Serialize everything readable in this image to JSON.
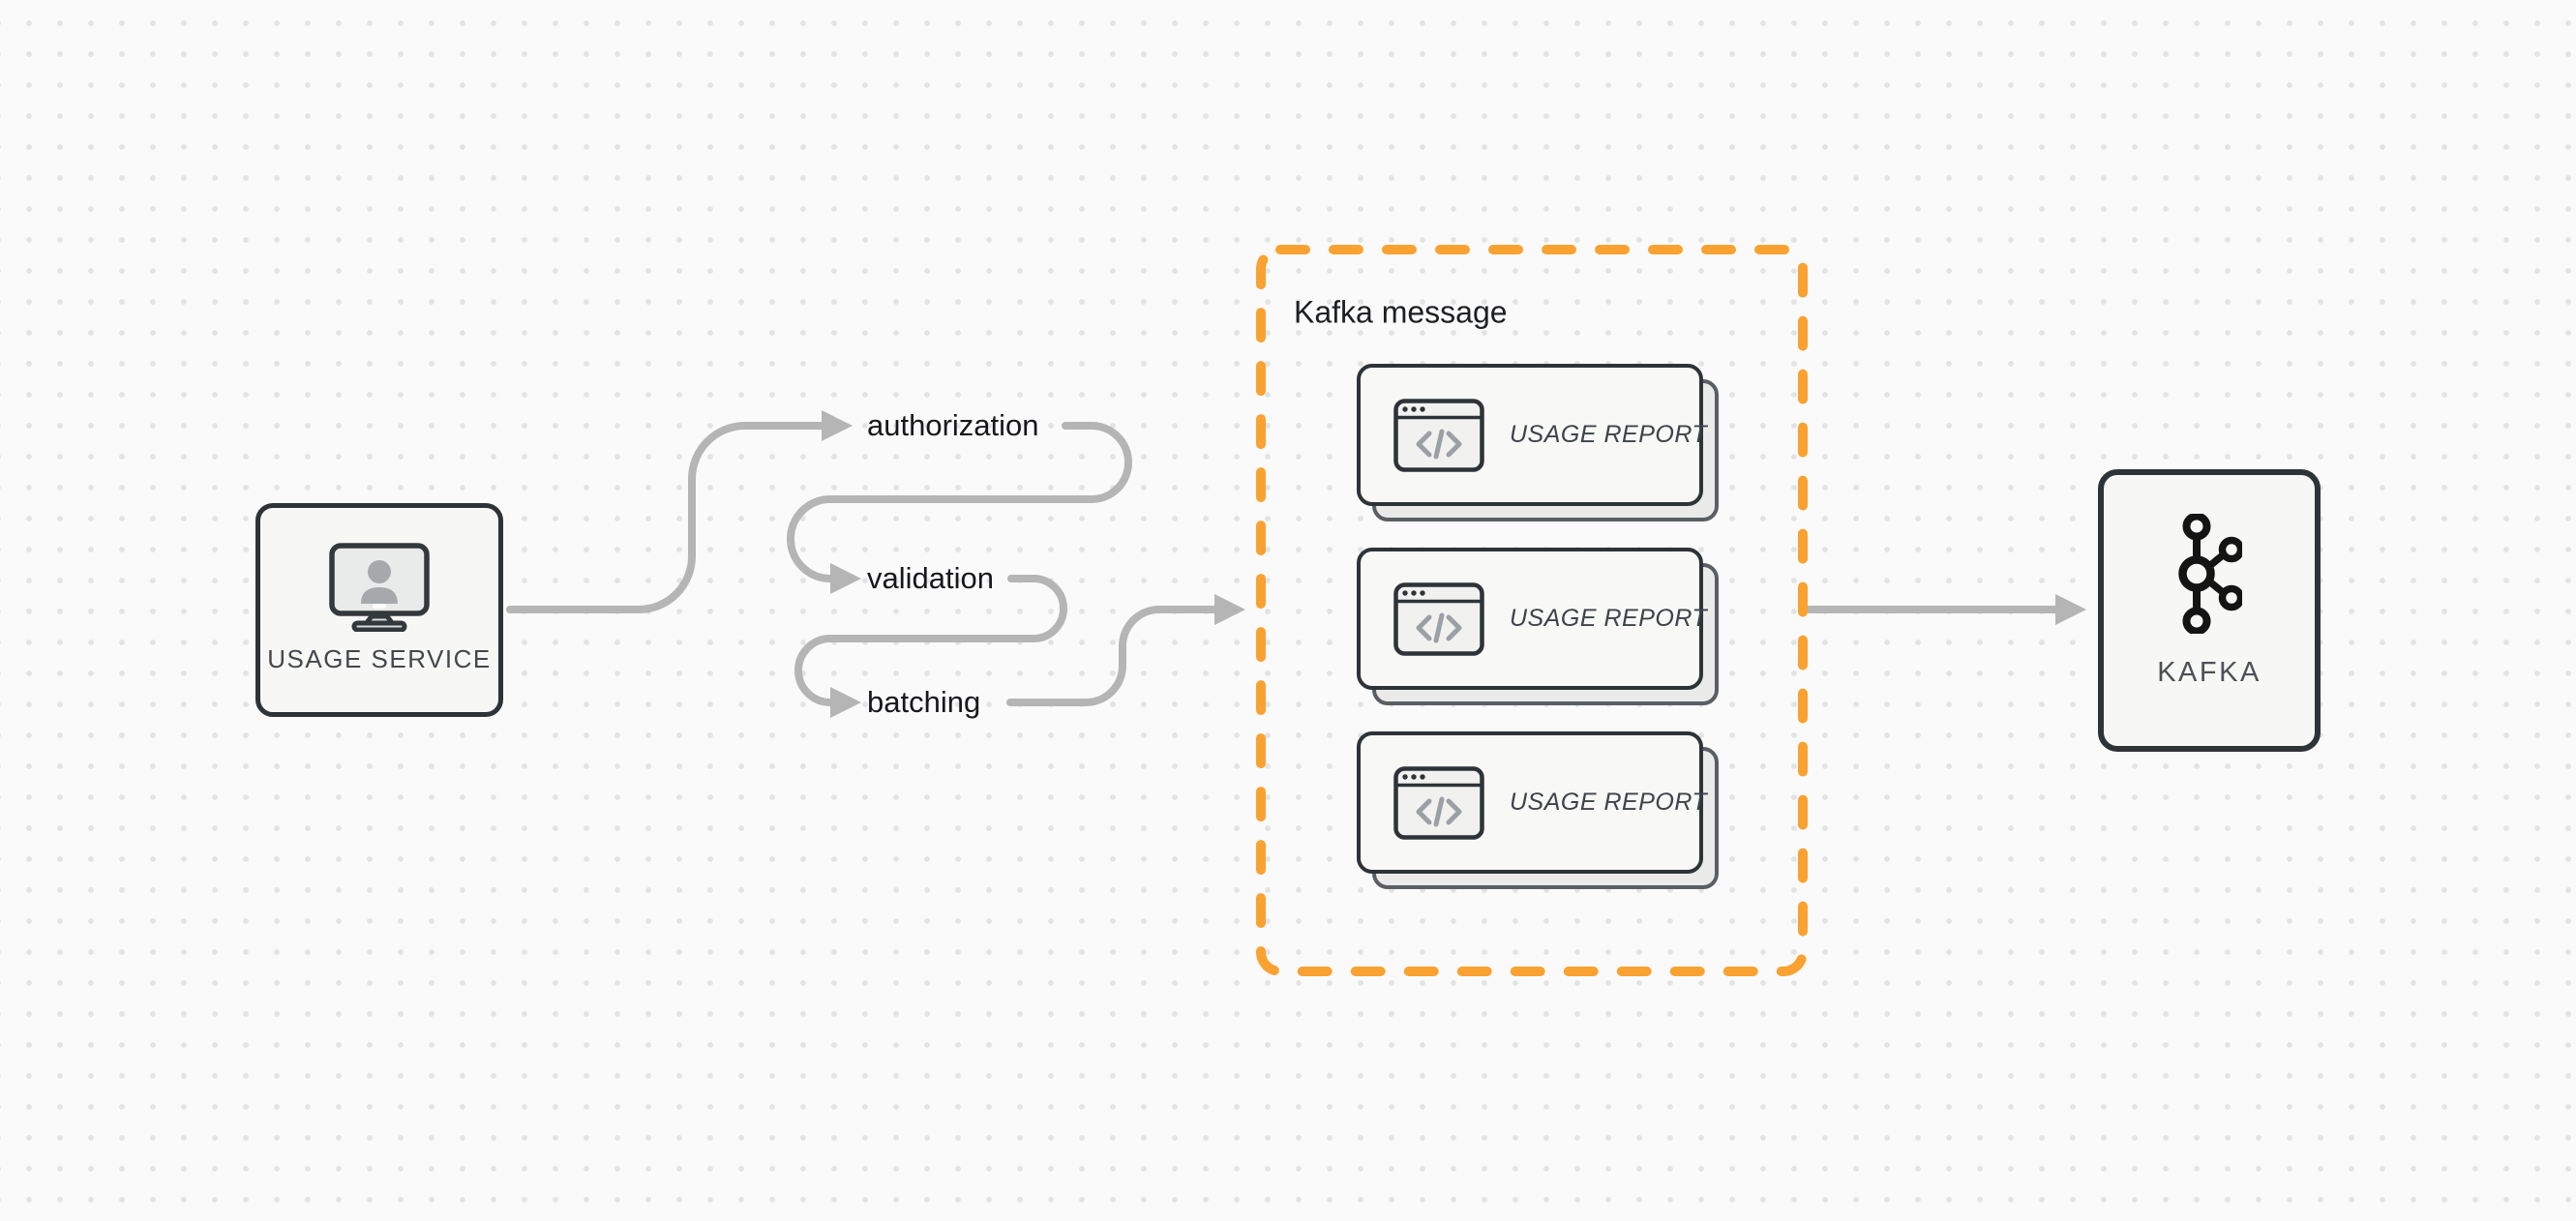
{
  "diagram": {
    "nodes": {
      "usage_service": {
        "label": "USAGE SERVICE",
        "icon": "monitor-user-icon"
      },
      "kafka": {
        "label": "KAFKA",
        "icon": "kafka-logo-icon"
      }
    },
    "pipeline_steps": [
      {
        "label": "authorization"
      },
      {
        "label": "validation"
      },
      {
        "label": "batching"
      }
    ],
    "kafka_message_group": {
      "title": "Kafka message",
      "cards": [
        {
          "label": "USAGE REPORT",
          "icon": "code-window-icon"
        },
        {
          "label": "USAGE REPORT",
          "icon": "code-window-icon"
        },
        {
          "label": "USAGE REPORT",
          "icon": "code-window-icon"
        }
      ]
    },
    "colors": {
      "canvas_background": "#fafafa",
      "dot_grid": "#e3e3e3",
      "connector_gray": "#b5b5b5",
      "node_border": "#2e3338",
      "node_fill": "#f7f7f5",
      "group_border_orange": "#F9A232",
      "step_label_text": "#17181b",
      "node_label_text": "#43474c",
      "card_label_text": "#3e4349",
      "kafka_logo_black": "#141414"
    }
  }
}
